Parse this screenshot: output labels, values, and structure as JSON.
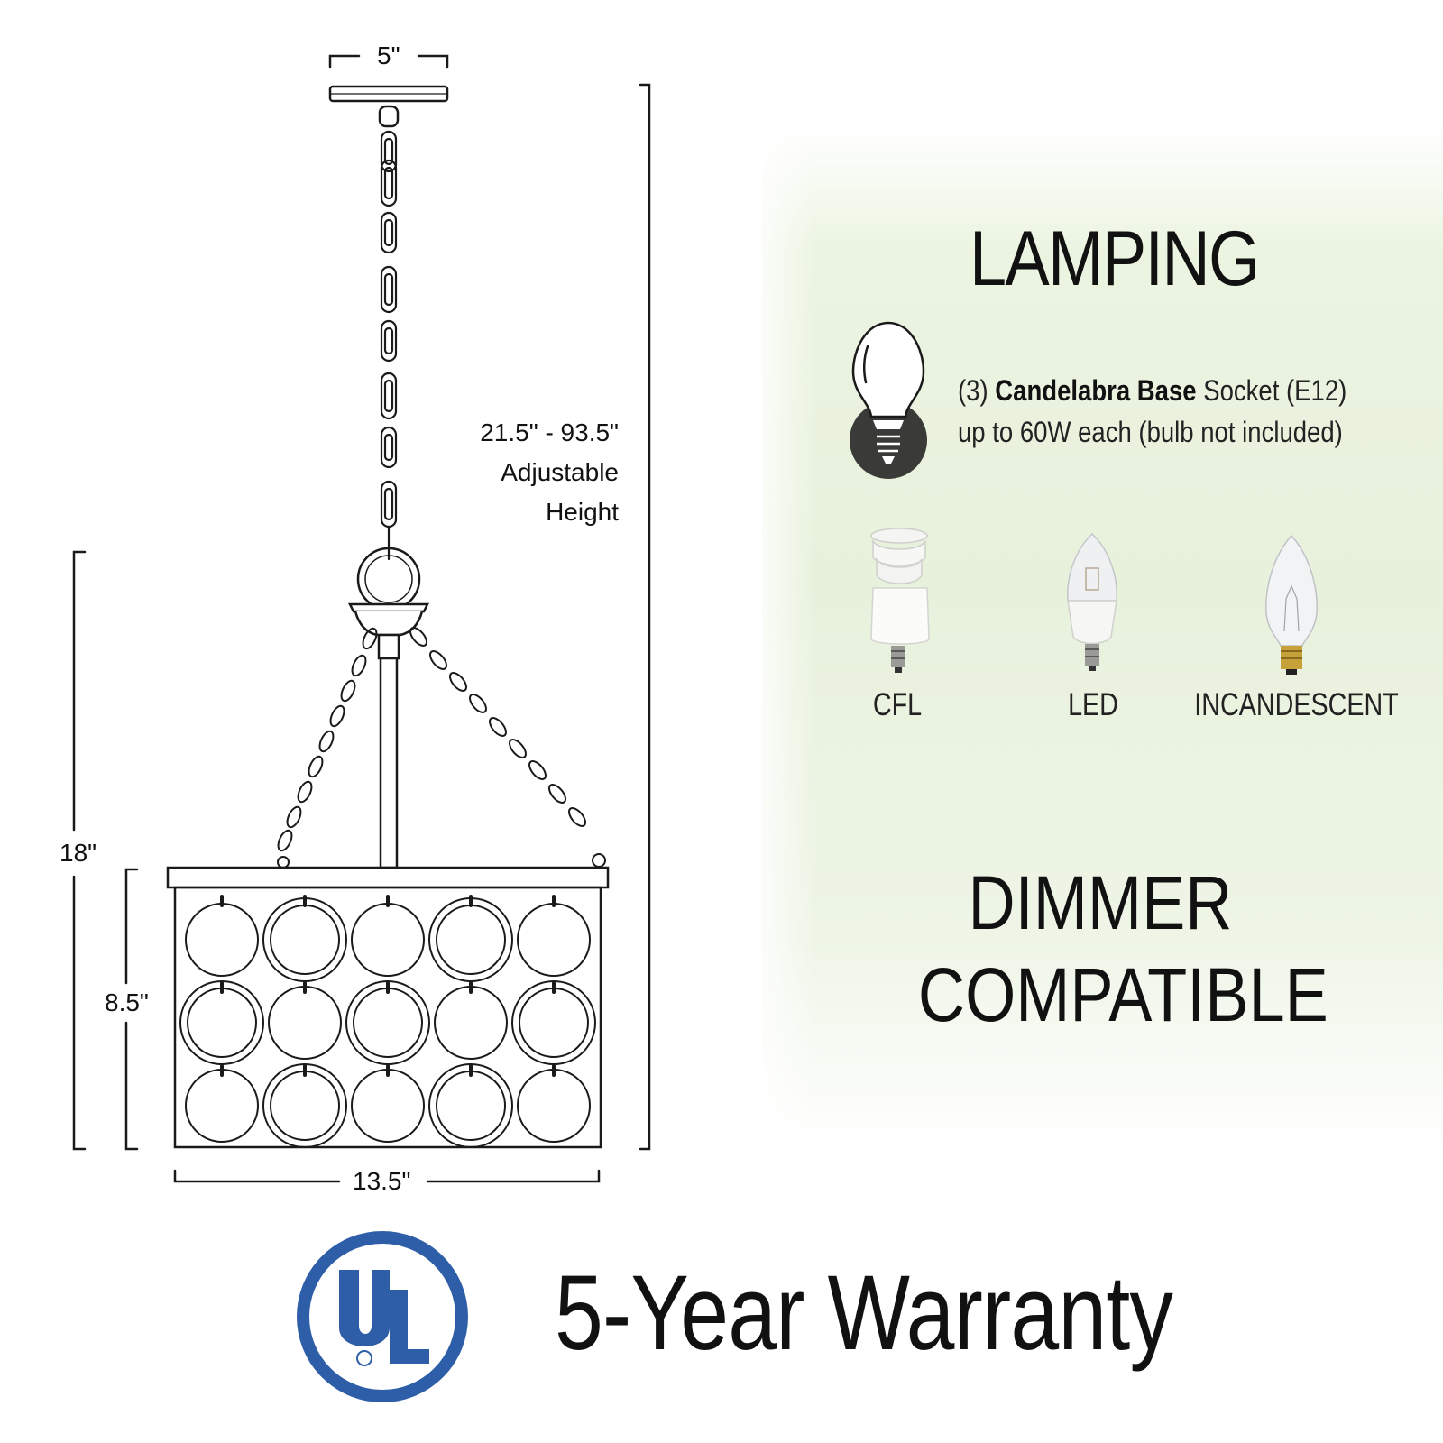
{
  "dimensions": {
    "canopy_width": "5\"",
    "adjustable_range": "21.5\" - 93.5\"",
    "adjustable_word": "Adjustable",
    "height_word": "Height",
    "overall_height": "18\"",
    "shade_height": "8.5\"",
    "shade_width": "13.5\""
  },
  "lamping": {
    "title": "LAMPING",
    "socket_count": "(3)",
    "socket_type": "Candelabra Base",
    "socket_rest": "Socket (E12)",
    "wattage_line": "up to 60W each (bulb not included)",
    "bulb_types": [
      "CFL",
      "LED",
      "INCANDESCENT"
    ],
    "icon": "candelabra-bulb-icon"
  },
  "dimmer": {
    "line1": "DIMMER",
    "line2": "COMPATIBLE"
  },
  "certification": {
    "mark": "UL",
    "registered": "®",
    "color": "#2f5ea8"
  },
  "warranty": {
    "text": "5-Year Warranty"
  }
}
